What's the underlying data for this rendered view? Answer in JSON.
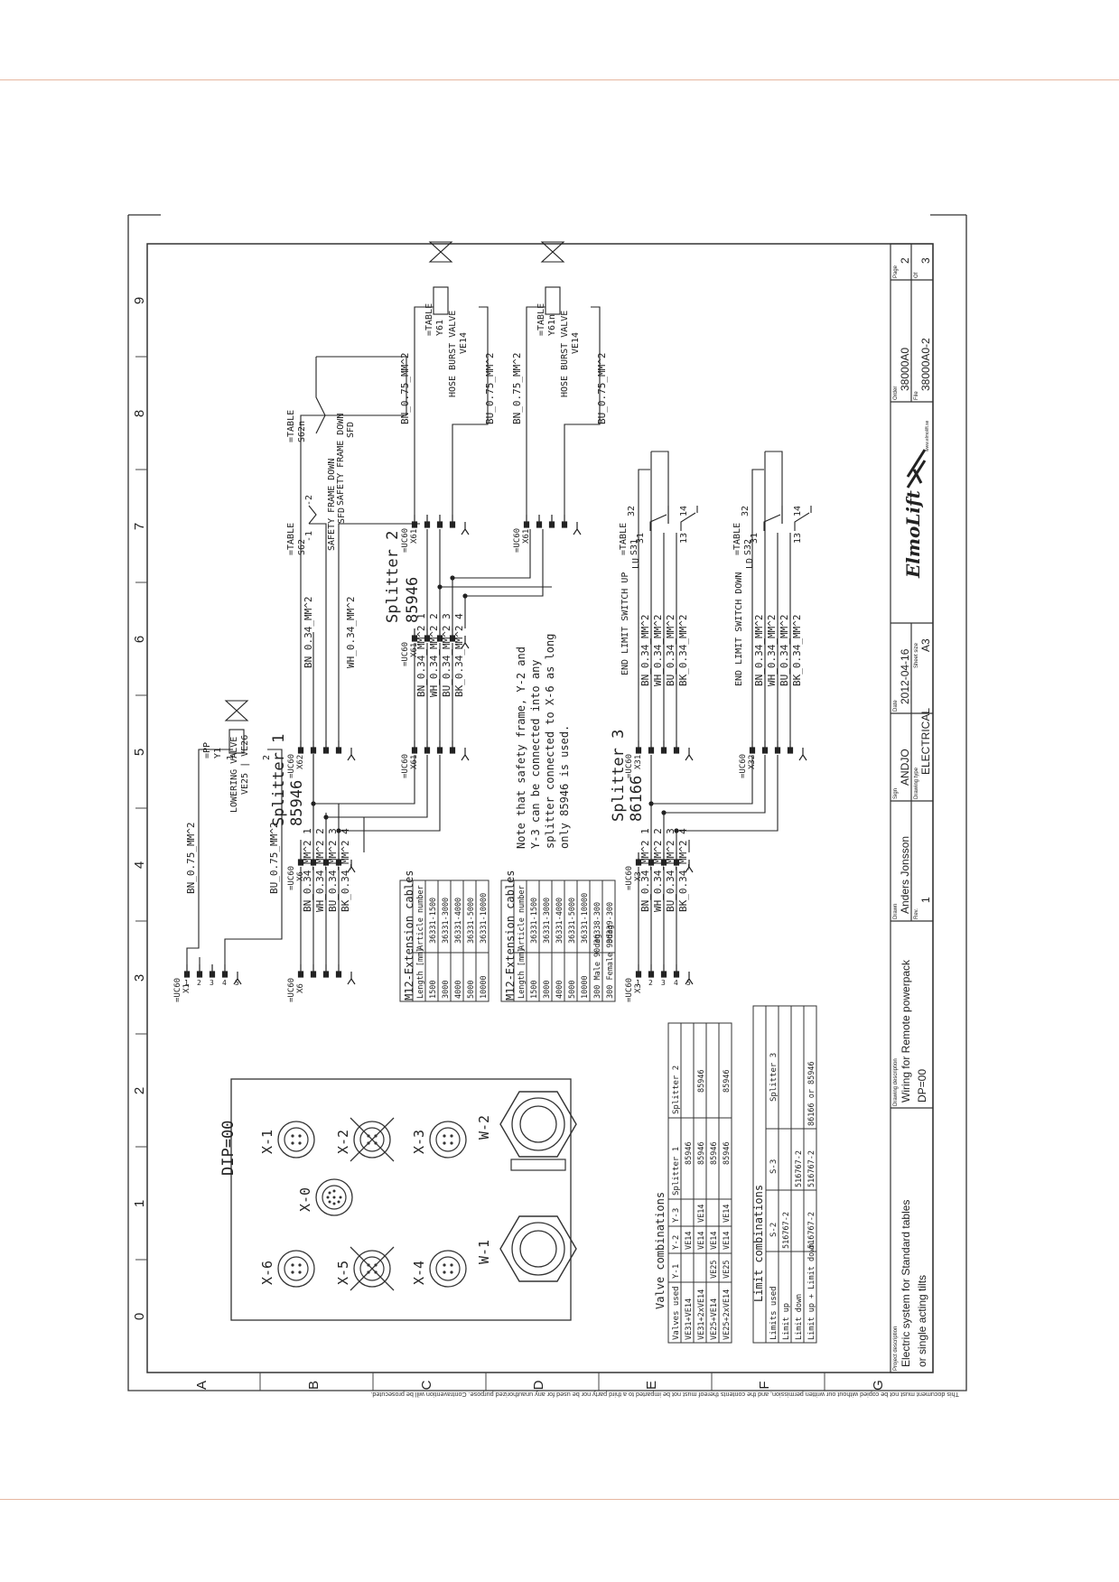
{
  "col_numbers": [
    "0",
    "1",
    "2",
    "3",
    "4",
    "5",
    "6",
    "7",
    "8",
    "9"
  ],
  "row_letters": [
    "A",
    "B",
    "C",
    "D",
    "E",
    "F",
    "G"
  ],
  "notice": "This document must not be copied without our written permission, and the contents thereof must not be imparted to a third party nor be used for any unauthorized purpose. Contravention will be prosecuted.",
  "connectors": {
    "x1": {
      "id": "=UC60",
      "port": "X1"
    },
    "x6a": {
      "id": "=UC60",
      "port": "X6"
    },
    "x6b": {
      "id": "=UC60",
      "port": "X6"
    },
    "x62": {
      "id": "=UC60",
      "port": "X62"
    },
    "x61a": {
      "id": "=UC60",
      "port": "X61"
    },
    "x61b": {
      "id": "=UC60",
      "port": "X61"
    },
    "x61c": {
      "id": "=UC60",
      "port": "X61"
    },
    "x61d": {
      "id": "=UC60",
      "port": "X61"
    },
    "x3a": {
      "id": "=UC60",
      "port": "X3"
    },
    "x3b": {
      "id": "=UC60",
      "port": "X3"
    },
    "x31": {
      "id": "=UC60",
      "port": "X31"
    },
    "x32": {
      "id": "=UC60",
      "port": "X32"
    }
  },
  "pins": [
    "1",
    "2",
    "3",
    "4",
    "5"
  ],
  "wires": {
    "bn075": "BN_0.75_MM^2",
    "bu075": "BU_0.75_MM^2",
    "bn034": "BN_0.34_MM^2",
    "wh034": "WH_0.34_MM^2",
    "bu034": "BU_0.34_MM^2",
    "bk034": "BK_0.34_MM^2",
    "bn034_1": "BN_0.34_MM^2 1",
    "wh034_2": "WH_0.34_MM^2 2",
    "bu034_3": "BU_0.34_MM^2 3",
    "bk034_4": "BK_0.34_MM^2 4"
  },
  "splitters": {
    "s1": {
      "name": "Splitter 1",
      "number": "85946"
    },
    "s2": {
      "name": "Splitter 2",
      "number": "85946"
    },
    "s3": {
      "name": "Splitter 3",
      "number": "86166"
    }
  },
  "devices": {
    "lowering": {
      "tag": "=PP",
      "ref": "Y1",
      "label": "LOWERING VALVE",
      "code": "VE25 | VE26"
    },
    "hose1": {
      "tag": "=TABLE",
      "ref": "Y61",
      "label": "HOSE BURST VALVE",
      "code": "VE14"
    },
    "hose2": {
      "tag": "=TABLE",
      "ref": "Y61n",
      "label": "HOSE BURST VALVE",
      "code": "VE14"
    },
    "safety1": {
      "tag": "=TABLE",
      "ref": "S62",
      "label": "SAFETY FRAME DOWN",
      "code": "SFD"
    },
    "safety2": {
      "tag": "=TABLE",
      "ref": "S62n",
      "label": "SAFETY FRAME DOWN",
      "code": "SFD"
    },
    "endup": {
      "tag": "=TABLE",
      "ref": "S31",
      "label": "END LIMIT SWITCH UP",
      "code": "LU"
    },
    "enddown": {
      "tag": "=TABLE",
      "ref": "S32",
      "label": "END LIMIT SWITCH DOWN",
      "code": "LD"
    }
  },
  "contacts": {
    "c31": "31",
    "c32": "32",
    "c13": "13",
    "c14": "14",
    "m1": "-1",
    "m2": "-2",
    "v1": "1",
    "v2": "2"
  },
  "note": [
    "Note that safety frame, Y-2 and",
    "Y-3 can be connected into any",
    "splitter connected to X-6 as long",
    "only 85946 is used."
  ],
  "ext_table_1": {
    "title": "M12-Extension cables",
    "headers": [
      "Length [mm]",
      "Article number"
    ],
    "rows": [
      [
        "1500",
        "36331-1500"
      ],
      [
        "3000",
        "36331-3000"
      ],
      [
        "4000",
        "36331-4000"
      ],
      [
        "5000",
        "36331-5000"
      ],
      [
        "10000",
        "36331-10000"
      ]
    ]
  },
  "ext_table_2": {
    "title": "M12-Extension cables",
    "headers": [
      "Length [mm]",
      "Article number"
    ],
    "rows": [
      [
        "1500",
        "36331-1500"
      ],
      [
        "3000",
        "36331-3000"
      ],
      [
        "4000",
        "36331-4000"
      ],
      [
        "5000",
        "36331-5000"
      ],
      [
        "10000",
        "36331-10000"
      ],
      [
        "300 Male 90deg",
        "36338-300"
      ],
      [
        "300 Female 90deg",
        "36339-300"
      ]
    ]
  },
  "valve_table": {
    "title": "Valve combinations",
    "headers": [
      "Valves used",
      "Y-1",
      "Y-2",
      "Y-3",
      "Splitter 1",
      "Splitter 2"
    ],
    "rows": [
      [
        "VE31+VE14",
        "",
        "VE14",
        "",
        "85946",
        ""
      ],
      [
        "VE31+2xVE14",
        "",
        "VE14",
        "VE14",
        "85946",
        "85946"
      ],
      [
        "VE25+VE14",
        "VE25",
        "VE14",
        "",
        "85946",
        ""
      ],
      [
        "VE25+2xVE14",
        "VE25",
        "VE14",
        "VE14",
        "85946",
        "85946"
      ]
    ]
  },
  "limit_table": {
    "title": "Limit combinations",
    "headers": [
      "Limits used",
      "S-2",
      "S-3",
      "Splitter 3"
    ],
    "rows": [
      [
        "Limit up",
        "516767-2",
        "",
        ""
      ],
      [
        "Limit down",
        "",
        "516767-2",
        ""
      ],
      [
        "Limit up + Limit down",
        "516767-2",
        "516767-2",
        "86166 or 85946"
      ]
    ]
  },
  "panel": {
    "title": "DIP=00",
    "sockets": [
      "X-6",
      "X-0",
      "X-1",
      "X-5",
      "X-2",
      "X-4",
      "X-3",
      "W-1",
      "W-2"
    ]
  },
  "title_block": {
    "project_label": "Project description",
    "project_line1": "Electric system for Standard tables",
    "project_line2": "or single acting tilts",
    "drawing_label": "Drawing description",
    "drawing_line1": "Wiring for Remote powerpack",
    "drawing_line2": "DP=00",
    "drawn_label": "Drawn",
    "drawn": "Anders Jonsson",
    "sign_label": "Sign",
    "sign": "ANDJO",
    "date_label": "Date",
    "date": "2012-04-16",
    "rev_label": "Rev.",
    "rev": "1",
    "type_label": "Drawing type",
    "type": "ELECTRICAL",
    "size_label": "Sheet size",
    "size": "A3",
    "logo": "ElmoLift",
    "logo_url": "www.elmolift.se",
    "order_label": "Order",
    "order": "38000A0",
    "file_label": "File",
    "file": "38000A0-2",
    "page_label": "Page",
    "page": "2",
    "of_label": "Of",
    "of": "3"
  }
}
